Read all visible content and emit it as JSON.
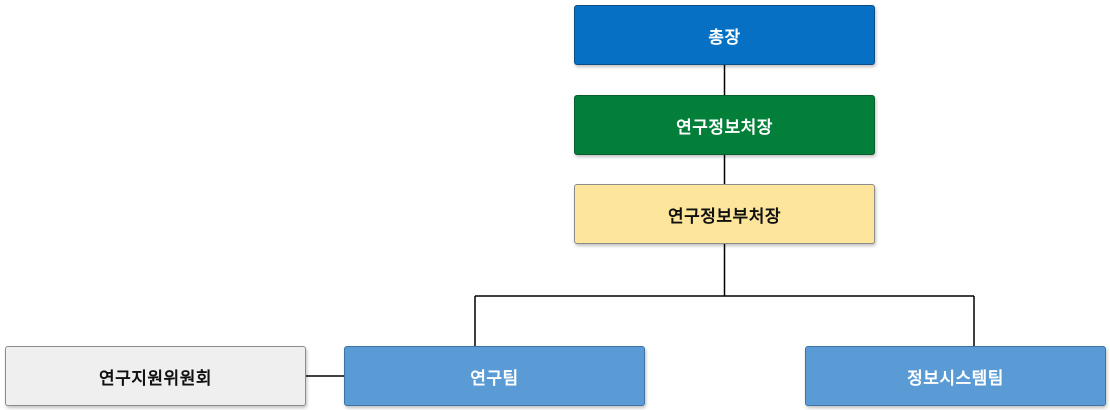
{
  "org_chart": {
    "president": {
      "label": "총장"
    },
    "director": {
      "label": "연구정보처장"
    },
    "deputy_director": {
      "label": "연구정보부처장"
    },
    "committee": {
      "label": "연구지원위원회"
    },
    "research_team": {
      "label": "연구팀"
    },
    "info_system_team": {
      "label": "정보시스템팀"
    }
  },
  "colors": {
    "president": "#0570c4",
    "director": "#037f3a",
    "deputy_director": "#fde59b",
    "committee": "#efefef",
    "teams": "#5b9bd5",
    "connector": "#000000"
  }
}
